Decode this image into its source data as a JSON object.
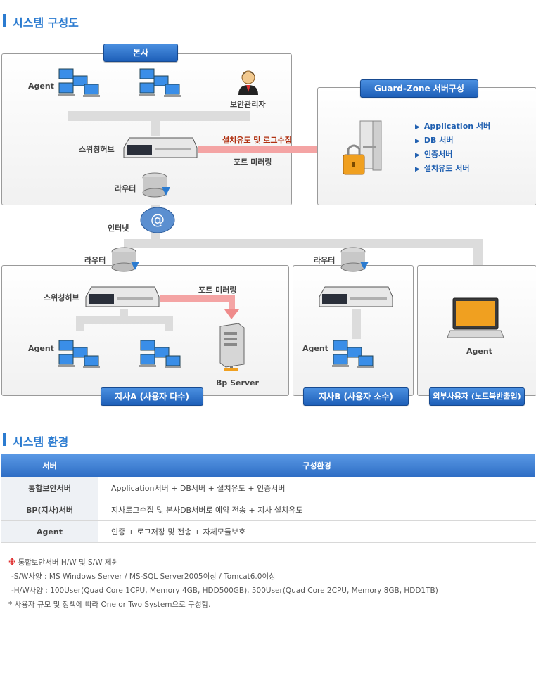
{
  "section1_title": "시스템 구성도",
  "section2_title": "시스템 환경",
  "diagram": {
    "hq": {
      "title": "본사",
      "agent_label": "Agent",
      "admin_label": "보안관리자",
      "switch_label": "스위칭허브",
      "router_label": "라우터",
      "arrow_top_label": "설치유도 및 로그수집",
      "arrow_bottom_label": "포트 미러링"
    },
    "guardzone": {
      "title": "Guard-Zone 서버구성",
      "items": [
        "Application 서버",
        "DB 서버",
        "인증서버",
        "설치유도 서버"
      ]
    },
    "internet_label": "인터넷",
    "branchA": {
      "title": "지사A (사용자 다수)",
      "router_label": "라우터",
      "switch_label": "스위칭허브",
      "mirror_label": "포트 미러링",
      "agent_label": "Agent",
      "server_label": "Bp Server"
    },
    "branchB": {
      "title": "지사B (사용자 소수)",
      "router_label": "라우터",
      "agent_label": "Agent"
    },
    "external": {
      "title": "외부사용자 (노트북반출입)",
      "agent_label": "Agent"
    }
  },
  "env_table": {
    "headers": [
      "서버",
      "구성환경"
    ],
    "rows": [
      [
        "통합보안서버",
        "Application서버 + DB서버 + 설치유도 + 인증서버"
      ],
      [
        "BP(지사)서버",
        "지사로그수집 및 본사DB서버로 예약 전송 + 지사 설치유도"
      ],
      [
        "Agent",
        "인증 + 로그저장 및 전송 + 자체모듈보호"
      ]
    ]
  },
  "notes": {
    "mark": "※",
    "line1": "통합보안서버 H/W 및 S/W 제원",
    "line2": "-S/W사양 : MS Windows Server / MS-SQL Server2005이상 / Tomcat6.0이상",
    "line3": "-H/W사양 : 100User(Quad Core 1CPU, Memory 4GB, HDD500GB), 500User(Quad Core 2CPU, Memory 8GB, HDD1TB)",
    "line4": "* 사용자 규모 및 정책에 따라 One or Two System으로 구성함."
  }
}
